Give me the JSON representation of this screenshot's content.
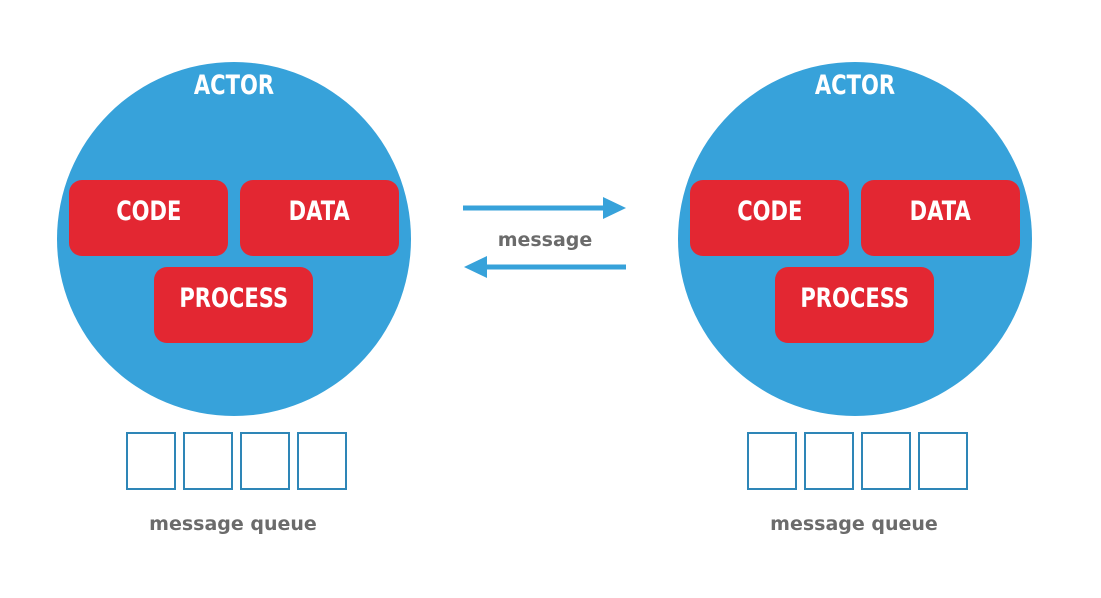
{
  "colors": {
    "actor_fill": "#37a2da",
    "component_fill": "#e32732",
    "queue_slot_border": "#2e86b7",
    "arrow": "#37a2da",
    "label_text": "#6b6b6b"
  },
  "actors": [
    {
      "title": "ACTOR",
      "components": {
        "code": "CODE",
        "data": "DATA",
        "process": "PROCESS"
      },
      "queue_label": "message queue",
      "queue_slot_count": 4
    },
    {
      "title": "ACTOR",
      "components": {
        "code": "CODE",
        "data": "DATA",
        "process": "PROCESS"
      },
      "queue_label": "message queue",
      "queue_slot_count": 4
    }
  ],
  "link": {
    "label": "message",
    "arrows": [
      "right",
      "left"
    ]
  }
}
